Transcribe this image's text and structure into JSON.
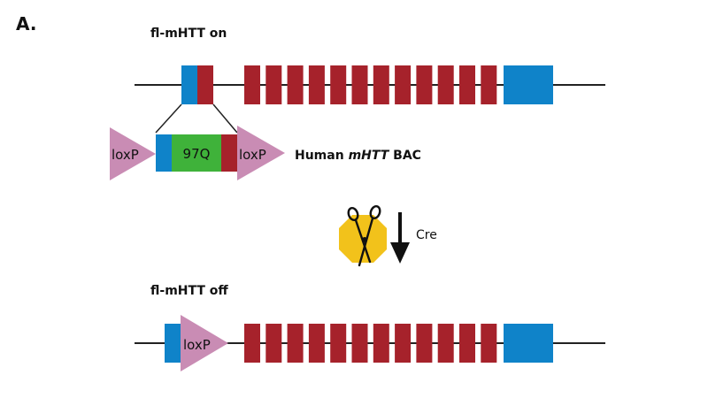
{
  "panel_label": "A.",
  "top": {
    "heading": "fl-mHTT on"
  },
  "bac": {
    "prefix": "Human ",
    "gene": "mHTT",
    "suffix": " BAC"
  },
  "insert": {
    "left_lox": "loxP",
    "repeat": "97Q",
    "right_lox": "loxP"
  },
  "recombination": {
    "label": "Cre",
    "icon": "scissors-icon"
  },
  "bottom": {
    "heading": "fl-mHTT off",
    "lox": "loxP"
  },
  "exon_count": 12,
  "colors": {
    "exon": "#a6222b",
    "utr": "#0f83c9",
    "lox": "#c98cb4",
    "repeat": "#3fb23a",
    "octagon": "#f2c21b",
    "line": "#222222"
  }
}
